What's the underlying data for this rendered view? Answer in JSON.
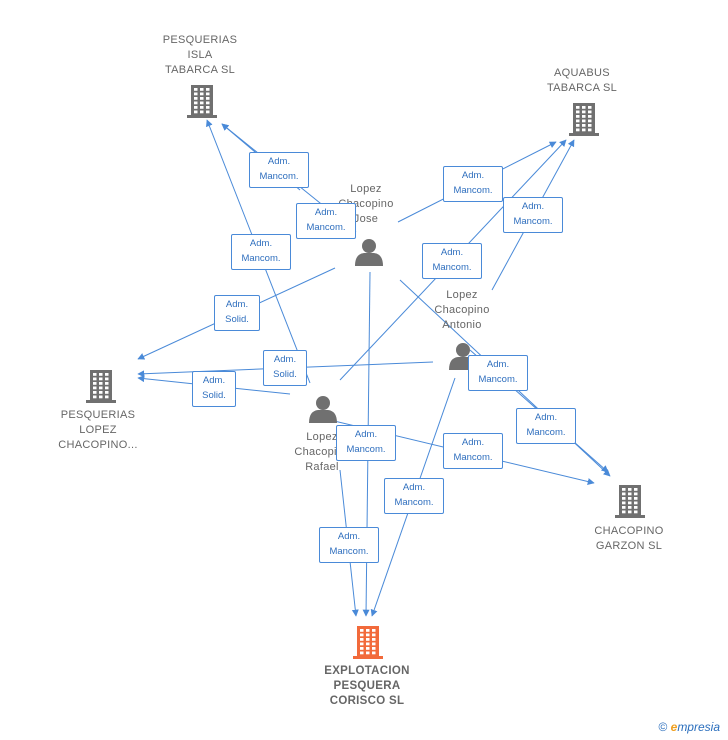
{
  "colors": {
    "edge": "#4a8ad8",
    "company": "#707070",
    "focus_company": "#f26a3b",
    "person": "#707070"
  },
  "companies": {
    "tabarca_isla": "PESQUERIAS\nISLA\nTABARCA  SL",
    "aquabus": "AQUABUS\nTABARCA SL",
    "pesquerias_lopez": "PESQUERIAS\nLOPEZ\nCHACOPINO...",
    "chacopino_garzon": "CHACOPINO\nGARZON  SL",
    "explotacion": "EXPLOTACION\nPESQUERA\nCORISCO  SL"
  },
  "persons": {
    "jose": "Lopez\nChacopino\nJose",
    "antonio": "Lopez\nChacopino\nAntonio",
    "rafael": "Lopez\nChacopino\nRafael"
  },
  "edge_labels": [
    "Adm.\nMancom.",
    "Adm.\nMancom.",
    "Adm.\nMancom.",
    "Adm.\nMancom.",
    "Adm.\nMancom.",
    "Adm.\nMancom.",
    "Adm.\nSolid.",
    "Adm.\nSolid.",
    "Adm.\nSolid.",
    "Adm.\nMancom.",
    "Adm.\nMancom.",
    "Adm.\nMancom.",
    "Adm.\nMancom.",
    "Adm.\nMancom.",
    "Adm.\nMancom."
  ],
  "credit": {
    "symbol": "©",
    "brand_first": "e",
    "brand_rest": "mpresia"
  }
}
